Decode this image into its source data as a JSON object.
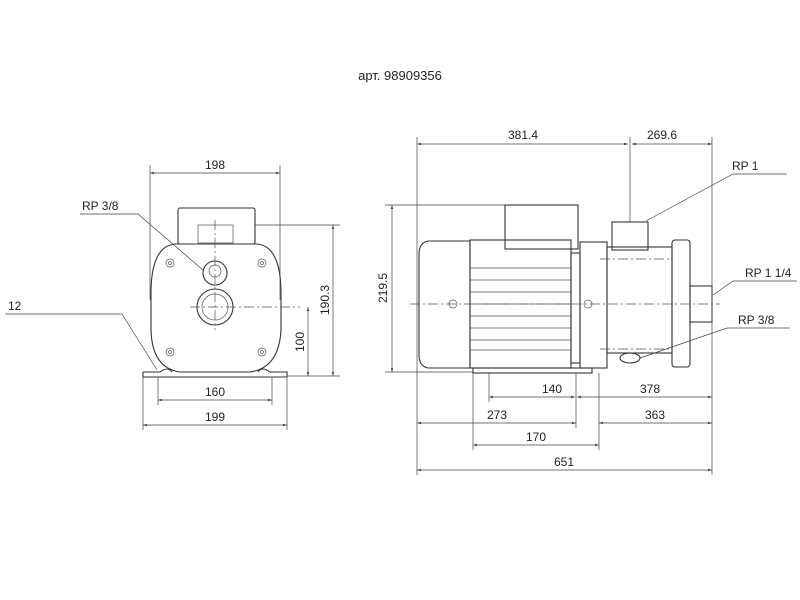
{
  "title": "арт. 98909356",
  "front_view": {
    "dims": {
      "width_top": "198",
      "foot_centers": "160",
      "foot_width": "199",
      "height_total": "190.3",
      "axis_height": "100"
    },
    "labels": {
      "drain_port": "RP 3/8",
      "foot_thickness": "12"
    }
  },
  "side_view": {
    "dims": {
      "to_discharge": "381.4",
      "discharge_to_end": "269.6",
      "height": "219.5",
      "foot_span": "140",
      "to_end_a": "378",
      "motor_to_foot": "273",
      "foot_to_end": "363",
      "foot_length": "170",
      "overall_length": "651"
    },
    "labels": {
      "discharge_port": "RP 1",
      "suction_port": "RP 1 1/4",
      "drain_port": "RP 3/8"
    }
  }
}
